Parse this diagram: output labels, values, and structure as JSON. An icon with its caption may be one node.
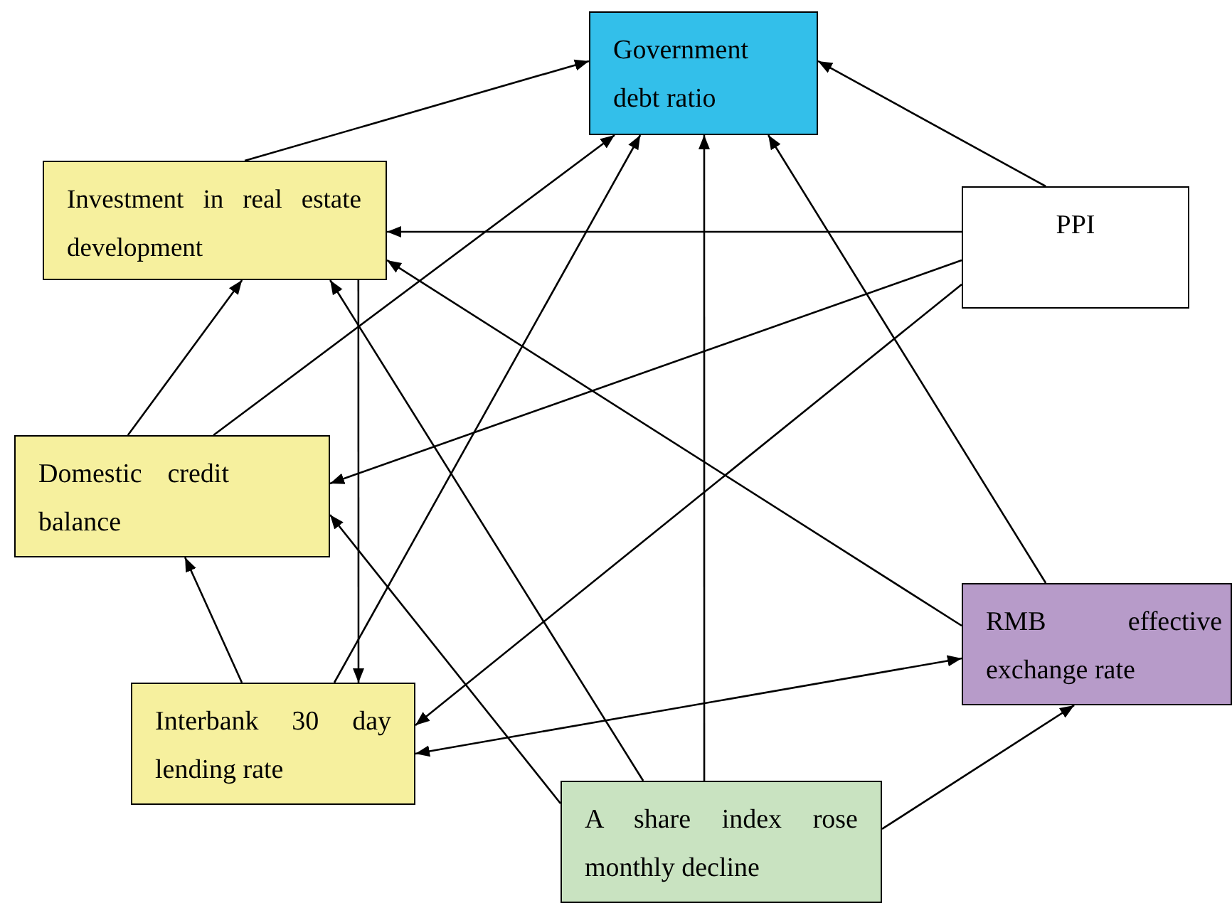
{
  "diagram": {
    "nodes": [
      {
        "text": [
          "Government debt ratio"
        ]
      },
      {
        "text": [
          "Investment in real estate development"
        ]
      },
      {
        "text": [
          "PPI"
        ]
      },
      {
        "text": [
          "Domestic credit balance"
        ]
      },
      {
        "text": [
          "RMB effective exchange rate"
        ]
      },
      {
        "text": [
          "Interbank 30 day lending rate"
        ]
      },
      {
        "text": [
          "A share index rose monthly decline"
        ]
      }
    ],
    "edges": [
      {
        "from": 1,
        "to": 0,
        "arrow": "to"
      },
      {
        "from": 2,
        "to": 0,
        "arrow": "to"
      },
      {
        "from": 2,
        "to": 1,
        "arrow": "to"
      },
      {
        "from": 1,
        "to": 5,
        "arrow": "to"
      },
      {
        "from": 3,
        "to": 1,
        "arrow": "to"
      },
      {
        "from": 3,
        "to": 0,
        "arrow": "to"
      },
      {
        "from": 2,
        "to": 3,
        "arrow": "to"
      },
      {
        "from": 2,
        "to": 5,
        "arrow": "to"
      },
      {
        "from": 5,
        "to": 0,
        "arrow": "to"
      },
      {
        "from": 5,
        "to": 3,
        "arrow": "to"
      },
      {
        "from": 6,
        "to": 0,
        "arrow": "to"
      },
      {
        "from": 6,
        "to": 1,
        "arrow": "to"
      },
      {
        "from": 6,
        "to": 3,
        "arrow": "to"
      },
      {
        "from": 4,
        "to": 1,
        "arrow": "to"
      },
      {
        "from": 4,
        "to": 0,
        "arrow": "to"
      },
      {
        "from": 4,
        "to": 5,
        "arrow": "both"
      },
      {
        "from": 6,
        "to": 4,
        "arrow": "to"
      }
    ]
  }
}
